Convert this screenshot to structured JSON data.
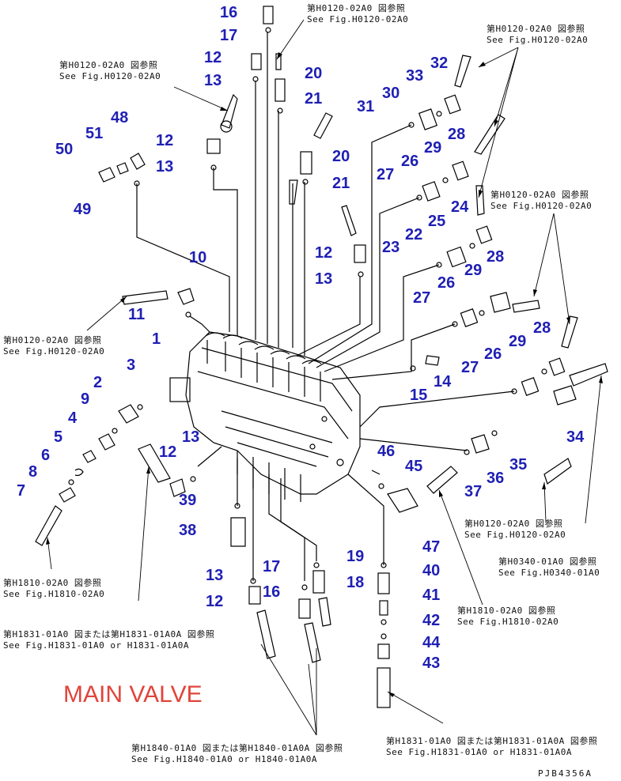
{
  "title": "MAIN VALVE",
  "drawing_code": "PJB4356A",
  "refs": {
    "h0120_top": [
      "第H0120-02A0 図参照",
      "See Fig.H0120-02A0"
    ],
    "h0120_right_top": [
      "第H0120-02A0 図参照",
      "See Fig.H0120-02A0"
    ],
    "h0120_left_top": [
      "第H0120-02A0 図参照",
      "See Fig.H0120-02A0"
    ],
    "h0120_right_mid": [
      "第H0120-02A0 図参照",
      "See Fig.H0120-02A0"
    ],
    "h0120_left_mid": [
      "第H0120-02A0 図参照",
      "See Fig.H0120-02A0"
    ],
    "h0120_right_low": [
      "第H0120-02A0 図参照",
      "See Fig.H0120-02A0"
    ],
    "h0340": [
      "第H0340-01A0 図参照",
      "See Fig.H0340-01A0"
    ],
    "h1810_left": [
      "第H1810-02A0 図参照",
      "See Fig.H1810-02A0"
    ],
    "h1810_right": [
      "第H1810-02A0 図参照",
      "See Fig.H1810-02A0"
    ],
    "h1831_left": [
      "第H1831-01A0 図または第H1831-01A0A 図参照",
      "See Fig.H1831-01A0  or  H1831-01A0A"
    ],
    "h1840": [
      "第H1840-01A0 図または第H1840-01A0A 図参照",
      "See Fig.H1840-01A0  or  H1840-01A0A"
    ],
    "h1831_right": [
      "第H1831-01A0 図または第H1831-01A0A 図参照",
      "See Fig.H1831-01A0  or  H1831-01A0A"
    ]
  },
  "callouts": {
    "c16a": "16",
    "c17a": "17",
    "c12a": "12",
    "c13a": "13",
    "c20a": "20",
    "c21a": "21",
    "c32": "32",
    "c33": "33",
    "c30": "30",
    "c31": "31",
    "c48": "48",
    "c51": "51",
    "c50": "50",
    "c12b": "12",
    "c13b": "13",
    "c20b": "20",
    "c21b": "21",
    "c28a": "28",
    "c29a": "29",
    "c26a": "26",
    "c27a": "27",
    "c49": "49",
    "c24": "24",
    "c25": "25",
    "c22": "22",
    "c23": "23",
    "c10": "10",
    "c12c": "12",
    "c13c": "13",
    "c28b": "28",
    "c29b": "29",
    "c26b": "26",
    "c27b": "27",
    "c11": "11",
    "c1": "1",
    "c28c": "28",
    "c29c": "29",
    "c26c": "26",
    "c27c": "27",
    "c3": "3",
    "c14": "14",
    "c15": "15",
    "c2": "2",
    "c9": "9",
    "c4": "4",
    "c34": "34",
    "c5": "5",
    "c13d": "13",
    "c6": "6",
    "c12d": "12",
    "c46": "46",
    "c35": "35",
    "c45": "45",
    "c8": "8",
    "c36": "36",
    "c37": "37",
    "c7": "7",
    "c39": "39",
    "c38": "38",
    "c47": "47",
    "c19": "19",
    "c17b": "17",
    "c40": "40",
    "c18": "18",
    "c13e": "13",
    "c16b": "16",
    "c12e": "12",
    "c41": "41",
    "c42": "42",
    "c44": "44",
    "c43": "43"
  }
}
